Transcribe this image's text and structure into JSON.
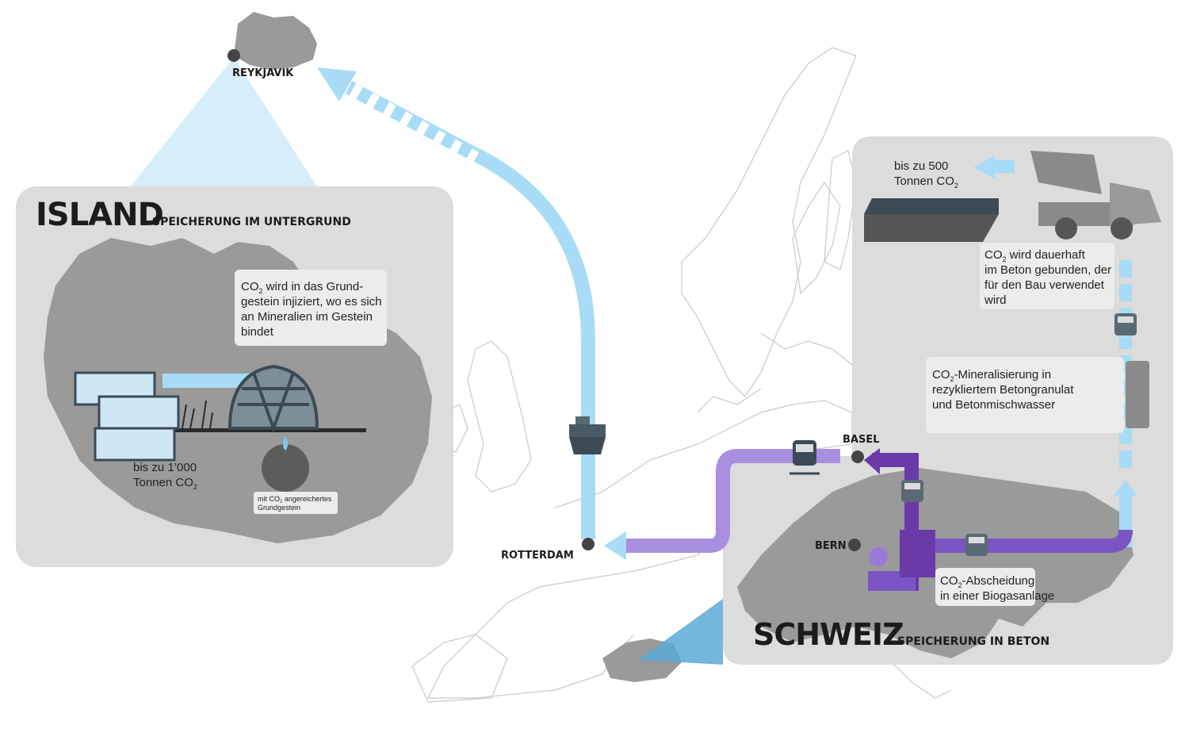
{
  "colors": {
    "light_blue": "#a8dcf6",
    "purple": "#6a3aa8",
    "panel_grey": "#dcdcdc",
    "land_grey": "#9a9a9a",
    "dark": "#1c1c1c"
  },
  "cities": {
    "reykjavik": "REYKJAVIK",
    "rotterdam": "ROTTERDAM",
    "basel": "BASEL",
    "bern": "BERN"
  },
  "island_panel": {
    "title": "ISLAND",
    "subtitle": "SPEICHERUNG IM UNTERGRUND",
    "info_line1": "CO",
    "info_line1_rest": " wird in das Grund-",
    "info_line2": "gestein injiziert, wo es sich",
    "info_line3": "an Mineralien im Gestein",
    "info_line4": "bindet",
    "amount_line1": "bis zu 1’000",
    "amount_line2": "Tonnen CO",
    "rock_label_line1": "mit CO",
    "rock_label_line1_rest": " angereichertes",
    "rock_label_line2": "Grundgestein",
    "subscript": "2"
  },
  "schweiz_panel": {
    "title": "SCHWEIZ",
    "subtitle": "SPEICHERUNG IN BETON",
    "amount_line1": "bis zu 500",
    "amount_line2": "Tonnen CO",
    "bound_line1": "CO",
    "bound_line1_rest": " wird dauerhaft",
    "bound_line2": "im Beton gebunden, der",
    "bound_line3": "für den Bau verwendet",
    "bound_line4": "wird",
    "mineral_line1": "CO",
    "mineral_line1_rest": "-Mineralisierung in",
    "mineral_line2": "rezykliertem Betongranulat",
    "mineral_line3": "und Betonmischwasser",
    "capture_line1": "CO",
    "capture_line1_rest": "-Abscheidung",
    "capture_line2": "in einer Biogasanlage",
    "subscript": "2"
  },
  "icons": [
    "ship-icon",
    "train-icon",
    "truck-icon",
    "mixer-truck-icon",
    "silo-icon",
    "biogas-plant-icon",
    "container-icon",
    "dome-icon",
    "rock-icon"
  ]
}
